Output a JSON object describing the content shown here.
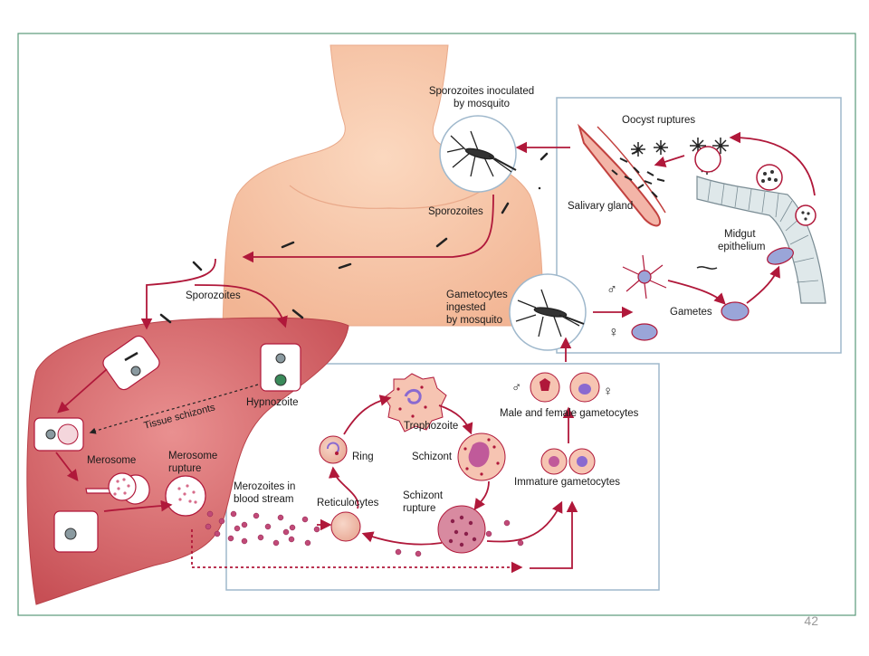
{
  "labels": {
    "sporozoites_inoculated_l1": "Sporozoites inoculated",
    "sporozoites_inoculated_l2": "by mosquito",
    "oocyst_ruptures": "Oocyst ruptures",
    "salivary_gland": "Salivary gland",
    "midgut_l1": "Midgut",
    "midgut_l2": "epithelium",
    "sporozoites_top": "Sporozoites",
    "sporozoites_left": "Sporozoites",
    "gametocytes_l1": "Gametocytes",
    "gametocytes_l2": "ingested",
    "gametocytes_l3": "by mosquito",
    "gametes": "Gametes",
    "male_symbol": "♂",
    "female_symbol": "♀",
    "tissue_schizonts": "Tissue schizonts",
    "hypnozoite": "Hypnozoite",
    "merosome": "Merosome",
    "merosome_rupture_l1": "Merosome",
    "merosome_rupture_l2": "rupture",
    "merozoites_l1": "Merozoites in",
    "merozoites_l2": "blood stream",
    "trophozoite": "Trophozoite",
    "ring": "Ring",
    "schizont": "Schizont",
    "schizont_rupture_l1": "Schizont",
    "schizont_rupture_l2": "rupture",
    "reticulocytes": "Reticulocytes",
    "immature_gametocytes": "Immature gametocytes",
    "male_female_gametocytes": "Male and female gametocytes"
  },
  "page_number": "42",
  "colors": {
    "frame": "#5a9a7a",
    "arrow": "#b0183a",
    "skin": "#f6c7a8",
    "liver": "#d96a6a",
    "panel_border": "#9fb8cc"
  }
}
